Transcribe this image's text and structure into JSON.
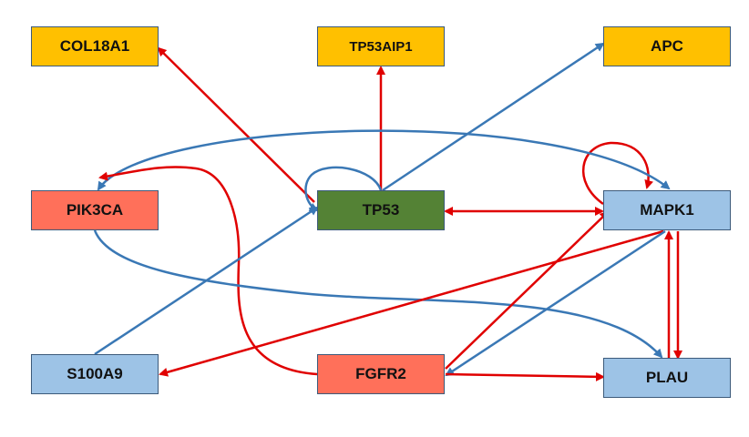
{
  "colors": {
    "red_edge": "#e00000",
    "blue_edge": "#3a78b5",
    "yellow_node": "#ffc000",
    "salmon_node": "#ff705a",
    "green_node": "#548235",
    "lightblue_node": "#9dc3e6",
    "node_border": "#3c5a7a"
  },
  "nodes": {
    "col18a1": {
      "label": "COL18A1",
      "color": "yellow"
    },
    "tp53aip1": {
      "label": "TP53AIP1",
      "color": "yellow"
    },
    "apc": {
      "label": "APC",
      "color": "yellow"
    },
    "pik3ca": {
      "label": "PIK3CA",
      "color": "salmon"
    },
    "tp53": {
      "label": "TP53",
      "color": "green"
    },
    "mapk1": {
      "label": "MAPK1",
      "color": "light-blue"
    },
    "s100a9": {
      "label": "S100A9",
      "color": "light-blue"
    },
    "fgfr2": {
      "label": "FGFR2",
      "color": "salmon"
    },
    "plau": {
      "label": "PLAU",
      "color": "light-blue"
    }
  },
  "edges": [
    {
      "from": "TP53",
      "to": "COL18A1",
      "color": "red"
    },
    {
      "from": "TP53",
      "to": "TP53AIP1",
      "color": "red"
    },
    {
      "from": "TP53",
      "to": "APC",
      "color": "blue"
    },
    {
      "from": "TP53",
      "to": "TP53",
      "color": "blue",
      "kind": "self-loop"
    },
    {
      "from": "TP53",
      "to": "MAPK1",
      "color": "red",
      "bidirectional": true
    },
    {
      "from": "MAPK1",
      "to": "MAPK1",
      "color": "red",
      "kind": "self-loop"
    },
    {
      "from": "MAPK1",
      "to": "PIK3CA",
      "color": "blue",
      "bidirectional": true
    },
    {
      "from": "FGFR2",
      "to": "PIK3CA",
      "color": "red"
    },
    {
      "from": "PIK3CA",
      "to": "PLAU",
      "color": "blue"
    },
    {
      "from": "S100A9",
      "to": "TP53",
      "color": "blue"
    },
    {
      "from": "MAPK1",
      "to": "S100A9",
      "color": "red"
    },
    {
      "from": "FGFR2",
      "to": "MAPK1",
      "color": "red"
    },
    {
      "from": "MAPK1",
      "to": "FGFR2",
      "color": "blue"
    },
    {
      "from": "FGFR2",
      "to": "PLAU",
      "color": "red"
    },
    {
      "from": "MAPK1",
      "to": "PLAU",
      "color": "red"
    },
    {
      "from": "PLAU",
      "to": "MAPK1",
      "color": "red"
    }
  ]
}
